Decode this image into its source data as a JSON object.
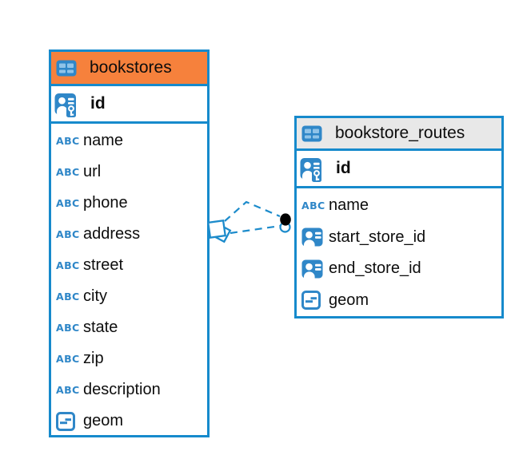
{
  "colors": {
    "canvas_background": "#FFFFFF",
    "border_blue": "#168ACC",
    "icon_blue": "#2F87C8",
    "icon_blue_light": "#8FC3E8",
    "header_orange": "#F6813C",
    "header_gray": "#E8E8E8",
    "connector_blue": "#1C8BCB",
    "dot_black": "#000000",
    "text_color": "#0D0D0D"
  },
  "icons": {
    "text_type_label": "ABC"
  },
  "tables": [
    {
      "name": "bookstores",
      "header_color": "#F6813C",
      "primary_key": {
        "name": "id",
        "icon": "person-key-icon"
      },
      "columns": [
        {
          "name": "name",
          "icon": "text-type-icon"
        },
        {
          "name": "url",
          "icon": "text-type-icon"
        },
        {
          "name": "phone",
          "icon": "text-type-icon"
        },
        {
          "name": "address",
          "icon": "text-type-icon"
        },
        {
          "name": "street",
          "icon": "text-type-icon"
        },
        {
          "name": "city",
          "icon": "text-type-icon"
        },
        {
          "name": "state",
          "icon": "text-type-icon"
        },
        {
          "name": "zip",
          "icon": "text-type-icon"
        },
        {
          "name": "description",
          "icon": "text-type-icon"
        },
        {
          "name": "geom",
          "icon": "object-type-icon"
        }
      ]
    },
    {
      "name": "bookstore_routes",
      "header_color": "#E8E8E8",
      "primary_key": {
        "name": "id",
        "icon": "person-key-icon"
      },
      "columns": [
        {
          "name": "name",
          "icon": "text-type-icon"
        },
        {
          "name": "start_store_id",
          "icon": "person-ref-icon"
        },
        {
          "name": "end_store_id",
          "icon": "person-ref-icon"
        },
        {
          "name": "geom",
          "icon": "object-type-icon"
        }
      ]
    }
  ],
  "relationship": {
    "type": "foreign-key",
    "line_style": "dashed",
    "line_count": 2
  }
}
